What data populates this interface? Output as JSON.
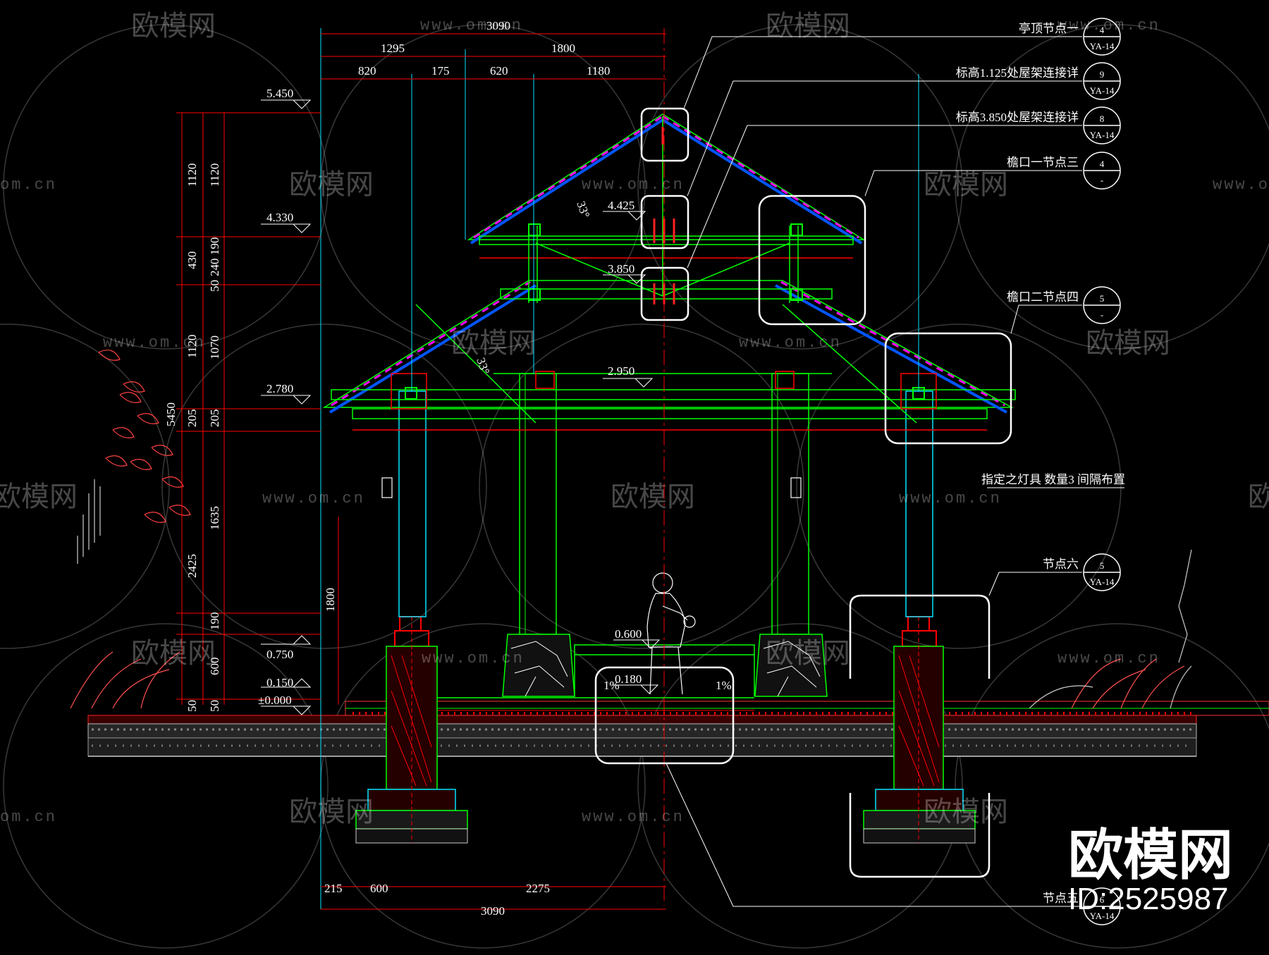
{
  "colors": {
    "background": "#000000",
    "structure": "#00ff00",
    "dimension": "#ff0000",
    "cyan": "#00e5ff",
    "roof_tile": "#ff00ff",
    "text": "#ffffff"
  },
  "dimensions": {
    "top_total": "3090",
    "top_row1": [
      "1295",
      "1800"
    ],
    "top_row2": [
      "820",
      "175",
      "620",
      "1180"
    ],
    "left_outer": [
      "1120",
      "430",
      "1120",
      "205",
      "2425",
      "50"
    ],
    "left_inner": [
      "1120",
      "190",
      "240",
      "50",
      "1070",
      "205",
      "1635",
      "190",
      "600",
      "50"
    ],
    "left_total": "5450",
    "height_1800": "1800",
    "bottom_row1": [
      "215",
      "600",
      "2275"
    ],
    "bottom_total": "3090",
    "angle": "33°",
    "slope": "1%"
  },
  "levels": [
    "5.450",
    "4.330",
    "2.780",
    "0.750",
    "0.150",
    "±0.000",
    "4.425",
    "3.850",
    "2.950",
    "0.600",
    "0.180"
  ],
  "callouts": [
    {
      "label": "亭顶节点一",
      "num": "4",
      "ref": "YA-14"
    },
    {
      "label": "标高1.125处屋架连接详",
      "num": "9",
      "ref": "YA-14"
    },
    {
      "label": "标高3.850处屋架连接详",
      "num": "8",
      "ref": "YA-14"
    },
    {
      "label": "檐口一节点三",
      "num": "4",
      "ref": "-"
    },
    {
      "label": "檐口二节点四",
      "num": "5",
      "ref": "-"
    },
    {
      "label": "节点六",
      "num": "5",
      "ref": "YA-14"
    },
    {
      "label": "节点五",
      "num": "6",
      "ref": "YA-14"
    }
  ],
  "notes": {
    "lamp": "指定之灯具 数量3 间隔布置"
  },
  "watermark": {
    "brand": "欧模网",
    "url": "www.om.cn",
    "url_short": "om.cn",
    "id": "ID:2525987"
  }
}
